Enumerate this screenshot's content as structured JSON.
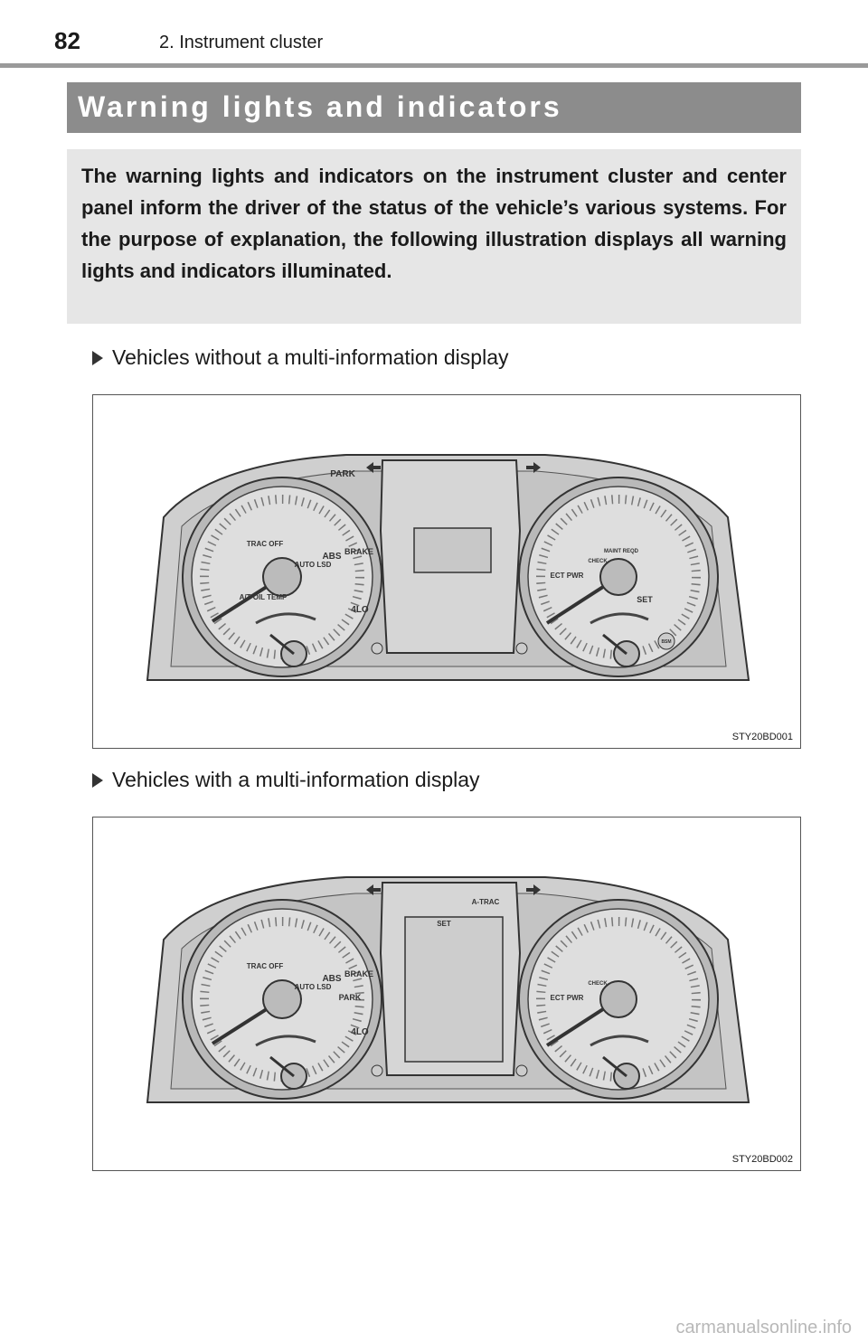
{
  "header": {
    "page_number": "82",
    "chapter": "2. Instrument cluster"
  },
  "section": {
    "title": "Warning lights and indicators"
  },
  "intro": {
    "text": "The warning lights and indicators on the instrument cluster and center panel inform the driver of the status of the vehicle’s various systems. For the purpose of explanation, the following illustration displays all warning lights and indicators illuminated."
  },
  "figures": [
    {
      "caption": "Vehicles without a multi-information display",
      "code": "STY20BD001",
      "labels": {
        "park": "PARK",
        "trac_off": "TRAC OFF",
        "auto_lsd": "AUTO LSD",
        "abs": "ABS",
        "brake": "BRAKE",
        "at_oil_temp": "A/T OIL TEMP",
        "four_lo": "4LO",
        "check": "CHECK",
        "maint_reqd": "MAINT REQD",
        "ect_pwr": "ECT PWR",
        "set": "SET",
        "bsm": "BSM"
      }
    },
    {
      "caption": "Vehicles with a multi-information display",
      "code": "STY20BD002",
      "labels": {
        "a_trac": "A-TRAC",
        "set": "SET",
        "trac_off": "TRAC OFF",
        "auto_lsd": "AUTO LSD",
        "abs": "ABS",
        "brake": "BRAKE",
        "park": "PARK",
        "four_lo": "4LO",
        "check": "CHECK",
        "ect_pwr": "ECT PWR"
      }
    }
  ],
  "footer": {
    "watermark": "carmanualsonline.info"
  }
}
